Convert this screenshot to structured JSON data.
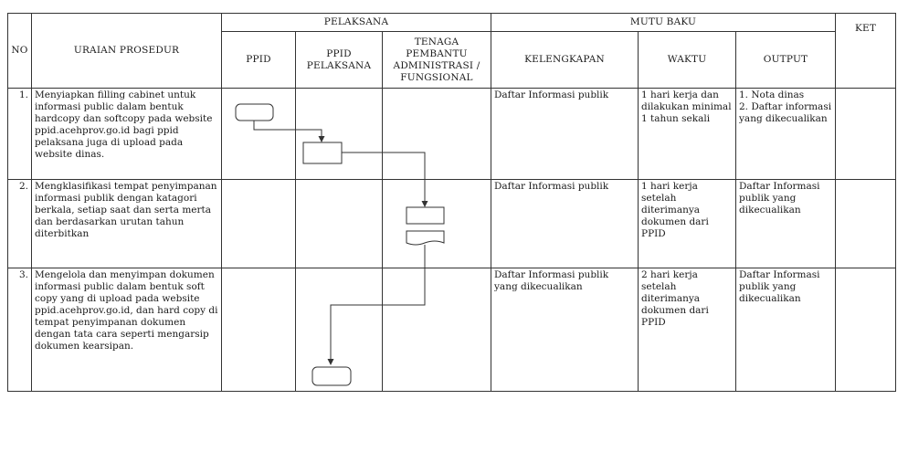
{
  "headers": {
    "no": "NO",
    "uraian": "URAIAN PROSEDUR",
    "pelaksana": "PELAKSANA",
    "ppid": "PPID",
    "ppid_pelaksana": "PPID PELAKSANA",
    "tenaga": "TENAGA PEMBANTU ADMINISTRASI / FUNGSIONAL",
    "mutu_baku": "MUTU BAKU",
    "kelengkapan": "KELENGKAPAN",
    "waktu": "WAKTU",
    "output": "OUTPUT",
    "ket": "KET"
  },
  "rows": [
    {
      "no": "1.",
      "uraian": "Menyiapkan filling cabinet untuk informasi public dalam bentuk hardcopy dan softcopy pada website ppid.acehprov.go.id bagi ppid pelaksana juga di upload pada website dinas.",
      "kelengkapan": "Daftar Informasi publik",
      "waktu": "1 hari kerja dan dilakukan minimal 1 tahun sekali",
      "output_lines": [
        "1. Nota dinas",
        "2. Daftar informasi yang dikecualikan"
      ],
      "ket": ""
    },
    {
      "no": "2.",
      "uraian": "Mengklasifikasi tempat penyimpanan informasi publik dengan katagori berkala, setiap saat dan serta merta dan berdasarkan urutan tahun diterbitkan",
      "kelengkapan": "Daftar Informasi publik",
      "waktu": "1 hari kerja setelah diterimanya dokumen dari PPID",
      "output_lines": [
        "Daftar Informasi publik yang dikecualikan"
      ],
      "ket": ""
    },
    {
      "no": "3.",
      "uraian": "Mengelola dan menyimpan dokumen informasi public dalam bentuk soft copy yang di upload pada website ppid.acehprov.go.id, dan hard copy di tempat penyimpanan dokumen dengan tata cara seperti mengarsip dokumen kearsipan.",
      "kelengkapan": "Daftar Informasi publik yang dikecualikan",
      "waktu": "2 hari kerja setelah diterimanya dokumen dari PPID",
      "output_lines": [
        "Daftar Informasi publik yang dikecualikan"
      ],
      "ket": ""
    }
  ]
}
